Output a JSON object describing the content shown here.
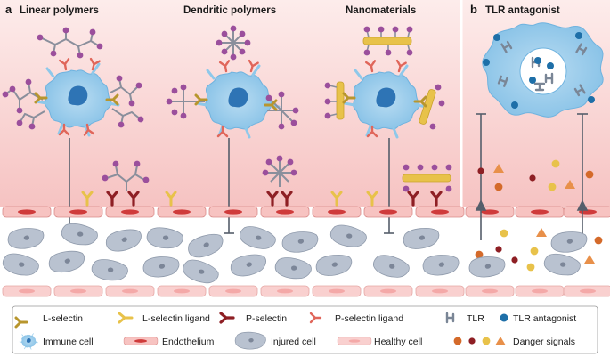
{
  "panel_a": {
    "letter": "a",
    "columns": [
      "Linear polymers",
      "Dendritic polymers",
      "Nanomaterials"
    ]
  },
  "panel_b": {
    "letter": "b",
    "title": "TLR antagonist"
  },
  "legend": {
    "items": [
      {
        "key": "l_selectin",
        "label": "L-selectin",
        "color": "#b8962e"
      },
      {
        "key": "l_selectin_ligand",
        "label": "L-selectin ligand",
        "color": "#e8c24a"
      },
      {
        "key": "p_selectin",
        "label": "P-selectin",
        "color": "#8e1f24"
      },
      {
        "key": "p_selectin_ligand",
        "label": "P-selectin ligand",
        "color": "#e0665a"
      },
      {
        "key": "tlr",
        "label": "TLR",
        "color": "#7a8696"
      },
      {
        "key": "tlr_antagonist",
        "label": "TLR antagonist",
        "color": "#1e6fa8"
      },
      {
        "key": "immune_cell",
        "label": "Immune cell",
        "color": "#8ec8ea"
      },
      {
        "key": "endothelium",
        "label": "Endothelium",
        "color": "#f3b2b0"
      },
      {
        "key": "injured_cell",
        "label": "Injured cell",
        "color": "#b9c2d0"
      },
      {
        "key": "healthy_cell",
        "label": "Healthy cell",
        "color": "#f7c6c6"
      },
      {
        "key": "danger_signals",
        "label": "Danger signals",
        "color": "#d46a2a"
      }
    ]
  },
  "colors": {
    "pink_bg_top": "#fde7e6",
    "pink_bg_bottom": "#f7c9c8",
    "immune": "#8ec8ea",
    "nucleus": "#2e74b5",
    "polymer": "#8a8f9c",
    "ligand_dot": "#9b4f9c",
    "rod": "#e8c24a",
    "injured": "#b9c2d0",
    "endothelium": "#f3b2b0",
    "arrow": "#555e6b"
  }
}
